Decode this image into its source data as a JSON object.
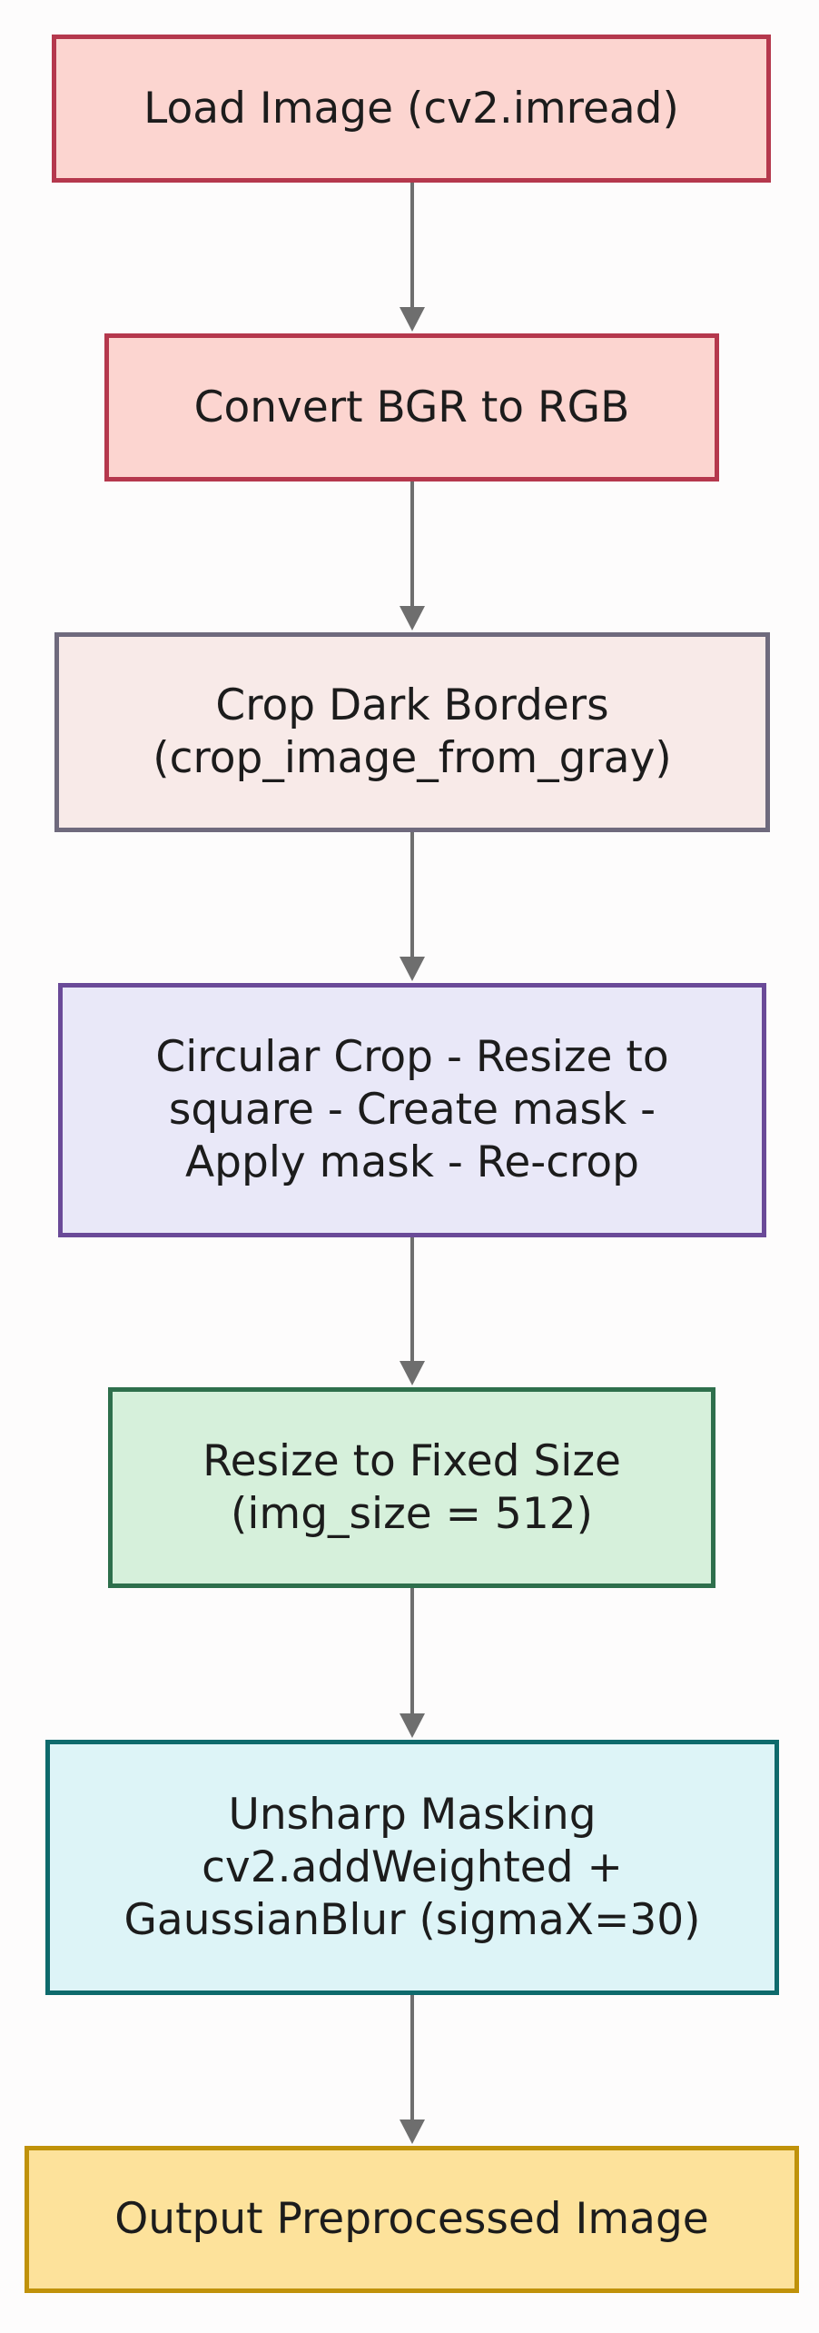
{
  "diagram": {
    "type": "flowchart",
    "direction": "top-to-bottom",
    "arrow_color": "#6e6e6e",
    "nodes": [
      {
        "id": "load",
        "label": "Load Image (cv2.imread)",
        "fill": "#fcd5d0",
        "stroke": "#b5384d"
      },
      {
        "id": "convert",
        "label": "Convert BGR to RGB",
        "fill": "#fcd5d0",
        "stroke": "#b5384d"
      },
      {
        "id": "crop",
        "label": "Crop Dark Borders\n(crop_image_from_gray)",
        "fill": "#f8eae8",
        "stroke": "#6f6a7d"
      },
      {
        "id": "circular",
        "label": "Circular Crop - Resize to\nsquare - Create mask -\nApply mask - Re-crop",
        "fill": "#e9e8f8",
        "stroke": "#6a4a98"
      },
      {
        "id": "resize",
        "label": "Resize to Fixed Size\n(img_size = 512)",
        "fill": "#d6f0db",
        "stroke": "#2e6f4c"
      },
      {
        "id": "unsharp",
        "label": "Unsharp Masking\ncv2.addWeighted +\nGaussianBlur (sigmaX=30)",
        "fill": "#ddf4f7",
        "stroke": "#0e6a6c"
      },
      {
        "id": "output",
        "label": "Output Preprocessed Image",
        "fill": "#fde29b",
        "stroke": "#c0920a"
      }
    ],
    "edges": [
      {
        "from": "load",
        "to": "convert"
      },
      {
        "from": "convert",
        "to": "crop"
      },
      {
        "from": "crop",
        "to": "circular"
      },
      {
        "from": "circular",
        "to": "resize"
      },
      {
        "from": "resize",
        "to": "unsharp"
      },
      {
        "from": "unsharp",
        "to": "output"
      }
    ]
  }
}
